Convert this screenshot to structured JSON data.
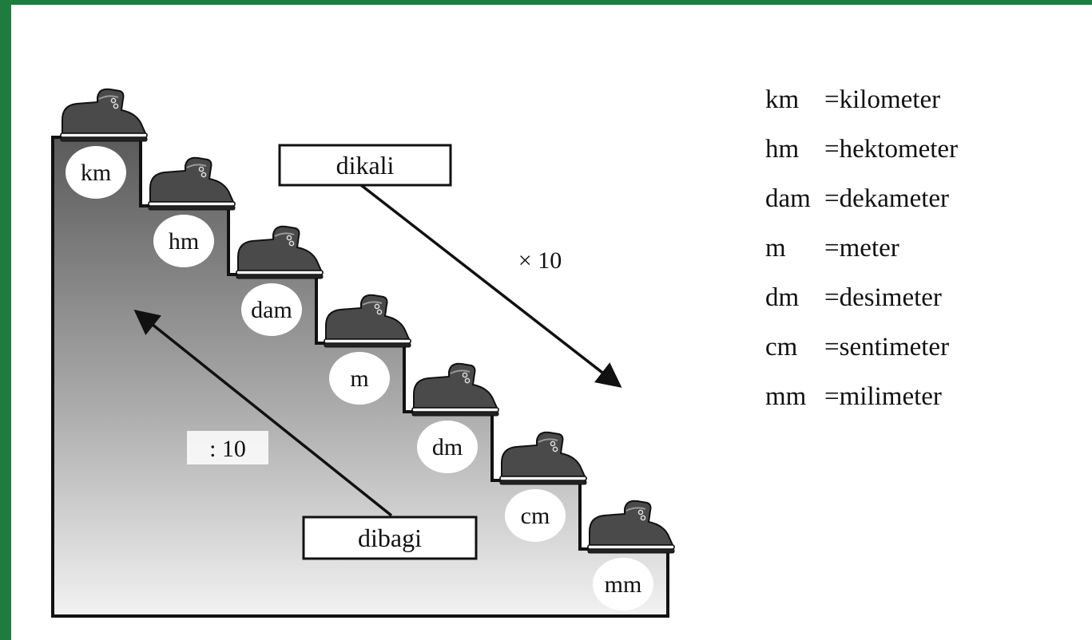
{
  "units": [
    {
      "abbr": "km",
      "name": "kilometer"
    },
    {
      "abbr": "hm",
      "name": "hektometer"
    },
    {
      "abbr": "dam",
      "name": "dekameter"
    },
    {
      "abbr": "m",
      "name": "meter"
    },
    {
      "abbr": "dm",
      "name": "desimeter"
    },
    {
      "abbr": "cm",
      "name": "sentimeter"
    },
    {
      "abbr": "mm",
      "name": "milimeter"
    }
  ],
  "legend_separator": "= ",
  "multiply": {
    "label": "dikali",
    "factor": "× 10"
  },
  "divide": {
    "label": "dibagi",
    "factor": ": 10"
  },
  "icons": {
    "step_marker": "shoe-icon"
  },
  "colors": {
    "frame_green": "#1e7d3e",
    "stair_dark": "#5a5a5a",
    "stair_light": "#f2f2f2",
    "ink": "#111111"
  }
}
